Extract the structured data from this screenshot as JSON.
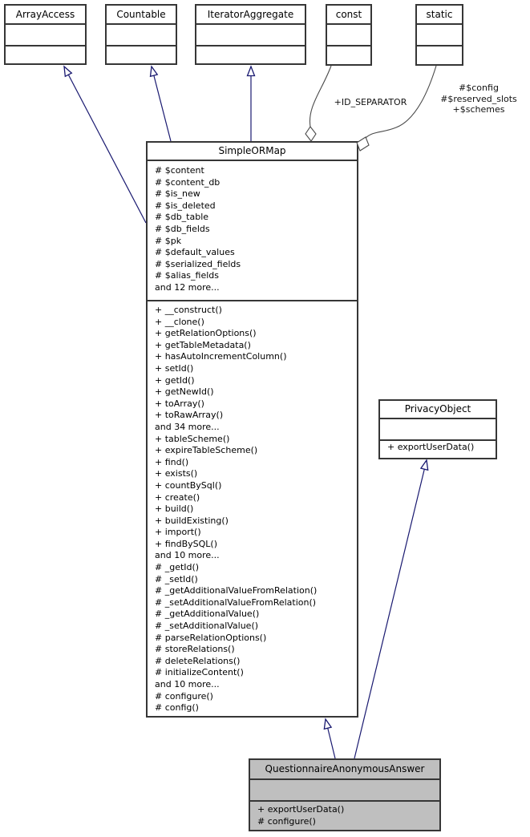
{
  "classes": {
    "array_access": {
      "title": "ArrayAccess"
    },
    "countable": {
      "title": "Countable"
    },
    "iterator_aggregate": {
      "title": "IteratorAggregate"
    },
    "const_slot": {
      "title": "const"
    },
    "static_slot": {
      "title": "static"
    },
    "simple_or_map": {
      "title": "SimpleORMap",
      "attributes": [
        "# $content",
        "# $content_db",
        "# $is_new",
        "# $is_deleted",
        "# $db_table",
        "# $db_fields",
        "# $pk",
        "# $default_values",
        "# $serialized_fields",
        "# $alias_fields",
        "and 12 more..."
      ],
      "methods": [
        "+ __construct()",
        "+ __clone()",
        "+ getRelationOptions()",
        "+ getTableMetadata()",
        "+ hasAutoIncrementColumn()",
        "+ setId()",
        "+ getId()",
        "+ getNewId()",
        "+ toArray()",
        "+ toRawArray()",
        "and 34 more...",
        "+ tableScheme()",
        "+ expireTableScheme()",
        "+ find()",
        "+ exists()",
        "+ countBySql()",
        "+ create()",
        "+ build()",
        "+ buildExisting()",
        "+ import()",
        "+ findBySQL()",
        "and 10 more...",
        "# _getId()",
        "# _setId()",
        "# _getAdditionalValueFromRelation()",
        "# _setAdditionalValueFromRelation()",
        "# _getAdditionalValue()",
        "# _setAdditionalValue()",
        "# parseRelationOptions()",
        "# storeRelations()",
        "# deleteRelations()",
        "# initializeContent()",
        "and 10 more...",
        "# configure()",
        "# config()"
      ]
    },
    "privacy_object": {
      "title": "PrivacyObject",
      "methods": [
        "+ exportUserData()"
      ]
    },
    "questionnaire_anonymous_answer": {
      "title": "QuestionnaireAnonymousAnswer",
      "methods": [
        "+ exportUserData()",
        "# configure()"
      ]
    }
  },
  "edge_labels": {
    "const_aggregation": "+ID_SEPARATOR",
    "static_aggregation": [
      "#$config",
      "#$reserved_slots",
      "+$schemes"
    ]
  },
  "colors": {
    "inheritance_edge": "#191970",
    "aggregation_edge": "#4a4a4a",
    "box_border": "#363636",
    "highlighted_class_fill": "#bfbfbf",
    "box_fill": "#ffffff"
  }
}
